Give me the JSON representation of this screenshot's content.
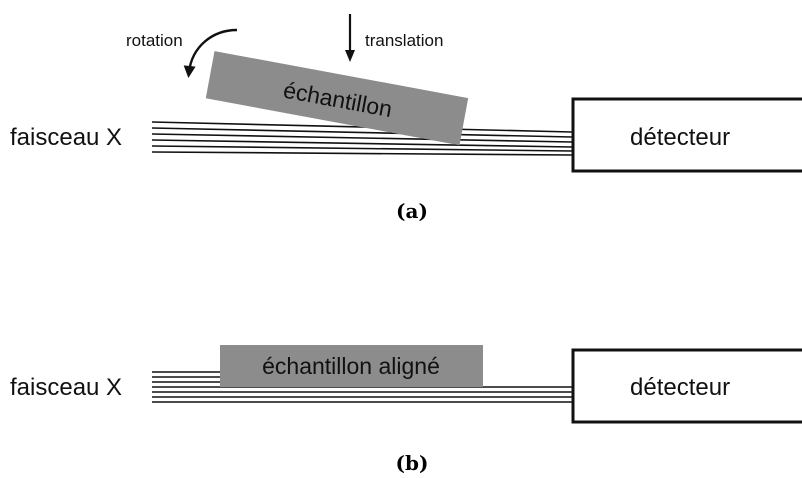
{
  "panel_a": {
    "caption": "(a)",
    "beam_label": "faisceau X",
    "detector_label": "détecteur",
    "sample_label": "échantillon",
    "rotation_label": "rotation",
    "translation_label": "translation"
  },
  "panel_b": {
    "caption": "(b)",
    "beam_label": "faisceau X",
    "detector_label": "détecteur",
    "sample_label": "échantillon aligné"
  },
  "colors": {
    "sample_fill": "#8c8c8c",
    "line": "#111111",
    "background": "#ffffff"
  }
}
